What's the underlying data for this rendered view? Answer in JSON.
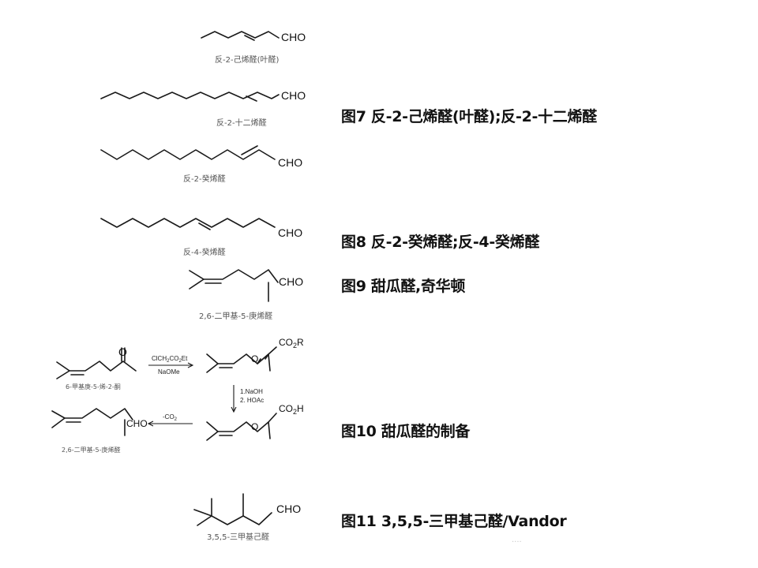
{
  "figures": {
    "fig7": {
      "label": "图7 反-2-己烯醛(叶醛);反-2-十二烯醛",
      "structures": [
        {
          "group": "CHO",
          "caption": "反-2-己烯醛(叶醛)"
        },
        {
          "group": "CHO",
          "caption": "反-2-十二烯醛"
        },
        {
          "group": "CHO",
          "caption": "反-2-癸烯醛"
        }
      ]
    },
    "fig8": {
      "label": "图8 反-2-癸烯醛;反-4-癸烯醛",
      "structures": [
        {
          "group": "CHO",
          "caption": "反-4-癸烯醛"
        }
      ]
    },
    "fig9": {
      "label": "图9 甜瓜醛,奇华顿",
      "structures": [
        {
          "group": "CHO",
          "caption": "2,6-二甲基-5-庚烯醛"
        }
      ]
    },
    "fig10": {
      "label": "图10 甜瓜醛的制备",
      "scheme": {
        "start_caption": "6-甲基庚-5-烯-2-酮",
        "reagent_line1": "ClCH",
        "reagent_sub1": "2",
        "reagent_mid": "CO",
        "reagent_sub2": "2",
        "reagent_end": "Et",
        "reagent_line2": "NaOMe",
        "ester_group": "CO",
        "ester_sub": "2",
        "ester_end": "R",
        "epoxide_o": "O",
        "ketone_o": "O",
        "step2_line1": "1.NaOH",
        "step2_line2": "2. HOAc",
        "acid_group": "CO",
        "acid_sub": "2",
        "acid_end": "H",
        "step3_label": "-CO",
        "step3_sub": "2",
        "product_group": "CHO",
        "product_caption": "2,6-二甲基-5-庚烯醛"
      }
    },
    "fig11": {
      "label": "图11 3,5,5-三甲基己醛/Vandor",
      "structures": [
        {
          "group": "CHO",
          "caption": "3,5,5-三甲基己醛"
        }
      ]
    }
  },
  "watermark": "····"
}
